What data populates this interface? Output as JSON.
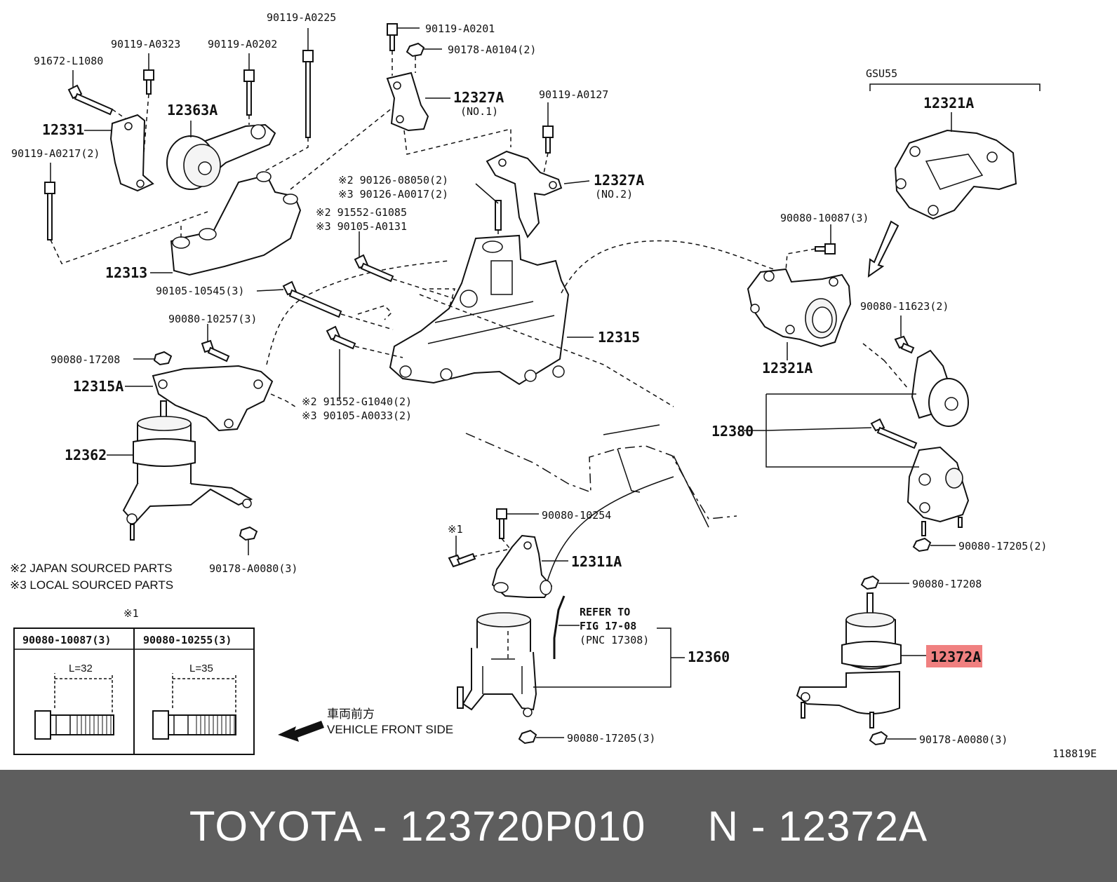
{
  "header": {
    "variant": "GSU55"
  },
  "labels": {
    "l01": "90119-A0225",
    "l02": "90119-A0323",
    "l03": "90119-A0202",
    "l04": "91672-L1080",
    "l05": "12363A",
    "l06": "12331",
    "l07": "90119-A0217(2)",
    "l08": "12313",
    "l09": "90105-10545(3)",
    "l10": "90080-10257(3)",
    "l11": "90080-17208",
    "l12": "12315A",
    "l13": "12362",
    "l14": "90178-A0080(3)",
    "l15": "90119-A0201",
    "l16": "90178-A0104(2)",
    "l17": "12327A",
    "l17b": "(NO.1)",
    "l18": "90119-A0127",
    "l19": "12327A",
    "l19b": "(NO.2)",
    "l20": "※2  90126-08050(2)",
    "l21": "※3  90126-A0017(2)",
    "l22": "※2 91552-G1085",
    "l23": "※3 90105-A0131",
    "l24": "12315",
    "l25": "※2  91552-G1040(2)",
    "l26": "※3  90105-A0033(2)",
    "l27": "12321A",
    "l28": "90080-10087(3)",
    "l29": "90080-11623(2)",
    "l30": "12321A",
    "l31": "12380",
    "l32": "90080-17205(2)",
    "l33": "90080-10254",
    "l34": "※1",
    "l35": "12311A",
    "l36": "REFER TO",
    "l37": "FIG 17-08",
    "l38": "(PNC 17308)",
    "l39": "12360",
    "l40": "90080-17205(3)",
    "l41": "90080-17208",
    "l42": "12372A",
    "l43": "90178-A0080(3)",
    "l44": "118819E"
  },
  "notes": {
    "n1": "※2 JAPAN SOURCED PARTS",
    "n2": "※3 LOCAL SOURCED PARTS"
  },
  "bolt_table": {
    "marker": "※1",
    "col1_header": "90080-10087(3)",
    "col1_length": "L=32",
    "col2_header": "90080-10255(3)",
    "col2_length": "L=35"
  },
  "direction": {
    "jp": "車両前方",
    "en": "VEHICLE FRONT SIDE"
  },
  "highlight": {
    "label": "12372A",
    "color": "#f08080"
  },
  "footer": {
    "text": "TOYOTA - 123720P010     N - 12372A",
    "background": "#5e5e5e",
    "color": "#ffffff"
  }
}
